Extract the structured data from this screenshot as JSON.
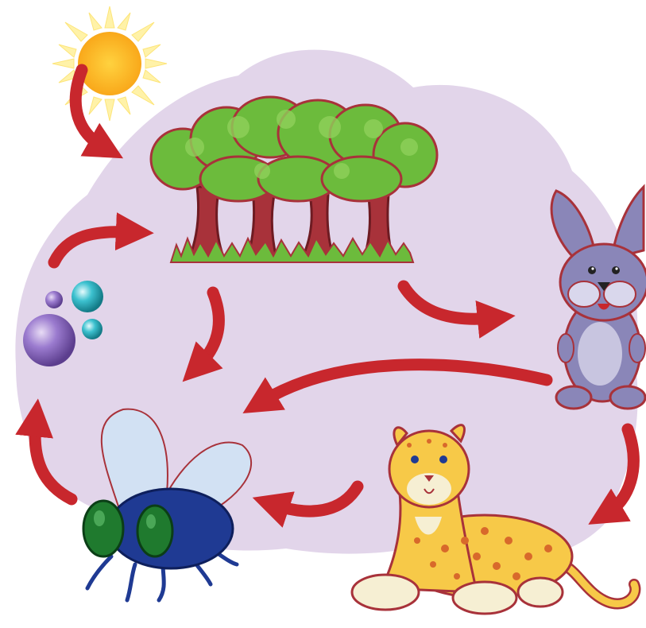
{
  "diagram": {
    "kind": "food-web illustration (no printed text)",
    "nodes": [
      {
        "id": "sun",
        "icon": "sun-icon"
      },
      {
        "id": "trees",
        "icon": "tree-grove-icon"
      },
      {
        "id": "rabbit",
        "icon": "rabbit-icon"
      },
      {
        "id": "leopard",
        "icon": "leopard-icon"
      },
      {
        "id": "fly",
        "icon": "fly-icon"
      },
      {
        "id": "nutrients",
        "icon": "nutrient-bubbles-icon"
      }
    ],
    "arrows": [
      {
        "from": "sun",
        "to": "trees"
      },
      {
        "from": "nutrients",
        "to": "trees"
      },
      {
        "from": "trees",
        "to": "rabbit"
      },
      {
        "from": "trees",
        "to": "fly"
      },
      {
        "from": "rabbit",
        "to": "fly"
      },
      {
        "from": "rabbit",
        "to": "leopard"
      },
      {
        "from": "leopard",
        "to": "fly"
      },
      {
        "from": "fly",
        "to": "nutrients"
      }
    ]
  },
  "colors": {
    "background_blob": "#e2d5ea",
    "arrow": "#c8272d",
    "sun": "#fbb21e",
    "foliage": "#6cbb3c",
    "trunk": "#a8323a",
    "rabbit": "#8a86b8",
    "leopard": "#f7c948",
    "fly_body": "#1f3a93",
    "fly_eyes": "#1f7a2e",
    "bubble_purple": "#8f6cc0",
    "bubble_teal": "#34b6c4"
  }
}
